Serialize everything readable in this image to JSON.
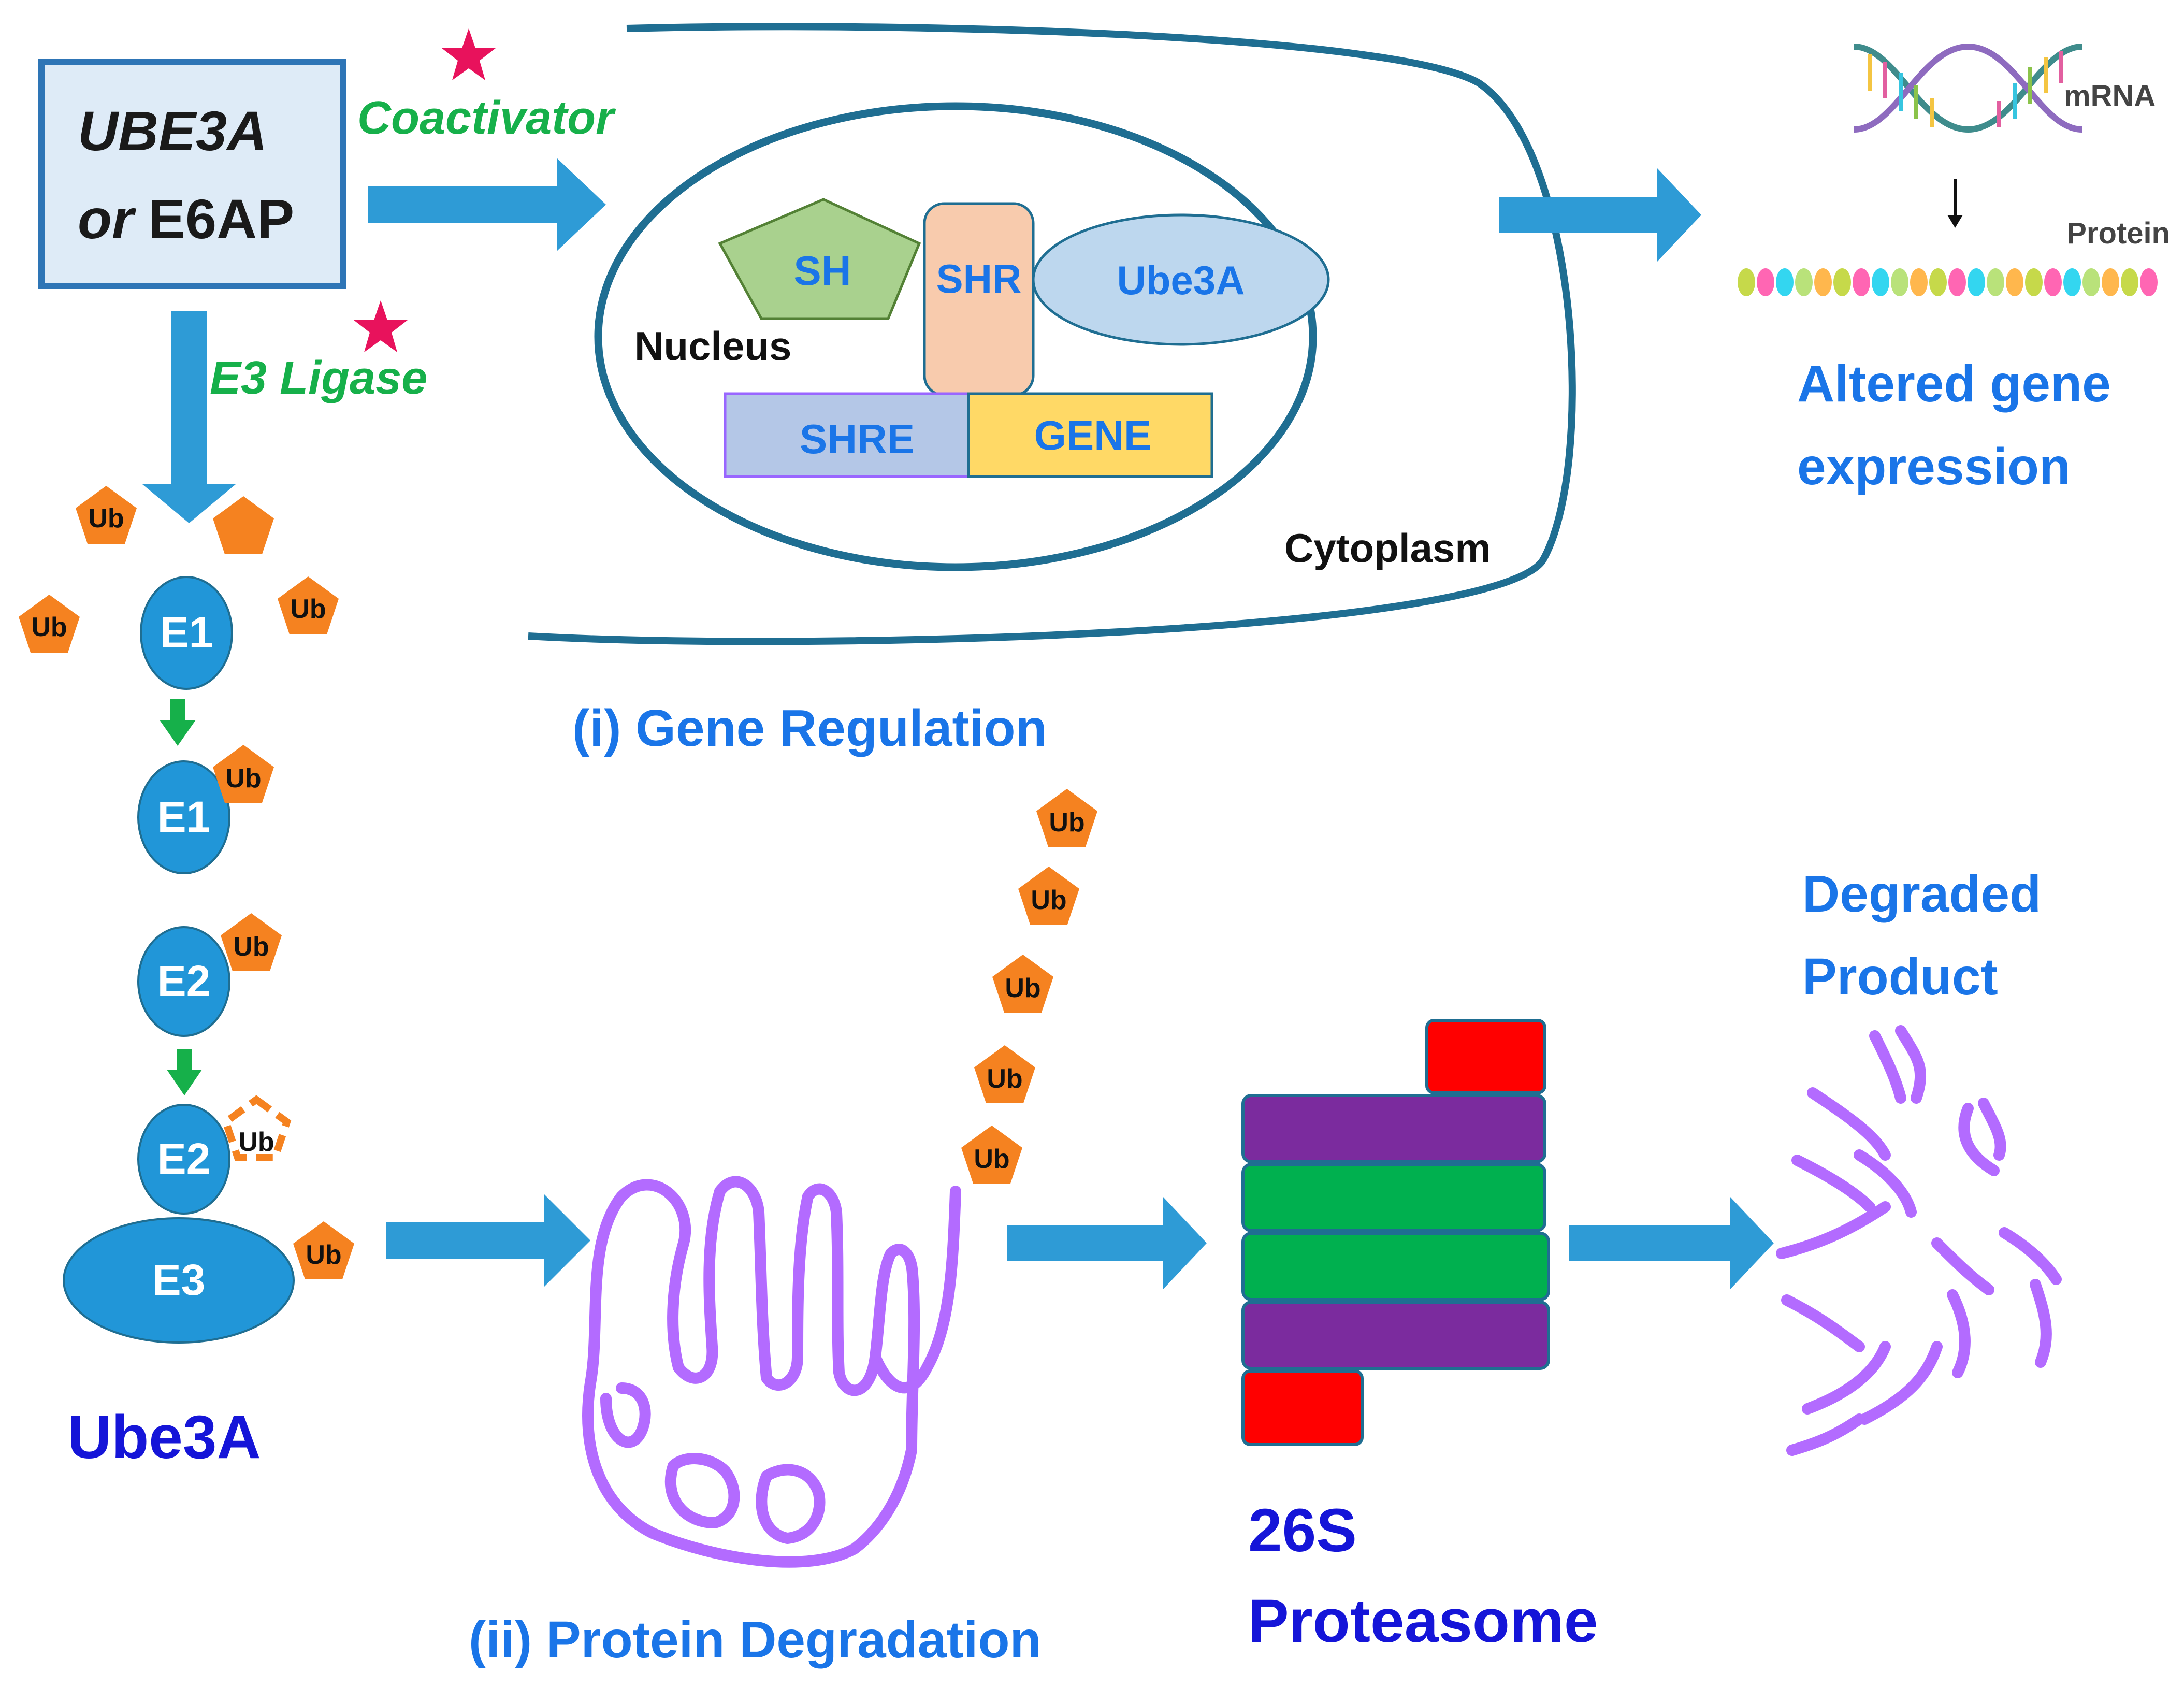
{
  "ube3a_box": {
    "line1": "UBE3A",
    "line2_prefix": "or",
    "line2_name": "E6AP"
  },
  "roles": {
    "coactivator": "Coactivator",
    "e3_ligase": "E3 Ligase"
  },
  "gene_regulation": {
    "nucleus_label": "Nucleus",
    "cytoplasm_label": "Cytoplasm",
    "sh": "SH",
    "shr": "SHR",
    "ube3a": "Ube3A",
    "shre": "SHRE",
    "gene": "GENE",
    "caption": "(i) Gene Regulation"
  },
  "expression": {
    "mrna_label": "mRNA",
    "protein_label": "Protein",
    "outcome_line1": "Altered gene",
    "outcome_line2": "expression"
  },
  "ubiquitination": {
    "ub": "Ub",
    "e1": "E1",
    "e2": "E2",
    "e3": "E3",
    "label": "Ube3A"
  },
  "degradation": {
    "caption": "(ii) Protein Degradation",
    "proteasome_line1": "26S",
    "proteasome_line2": "Proteasome",
    "product_line1": "Degraded",
    "product_line2": "Product"
  },
  "colors": {
    "arrow_blue": "#2E9BD6",
    "ring_blue": "#1F6E92",
    "title_blue": "#1A75E8",
    "navy_label": "#1515D8",
    "ub_orange": "#F58220",
    "star_pink": "#E8125C",
    "role_green": "#16B04A",
    "purple_protein": "#B36BFF",
    "proteasome_purple": "#7B2B9E",
    "proteasome_green": "#00B04F",
    "proteasome_red": "#FF0000"
  }
}
